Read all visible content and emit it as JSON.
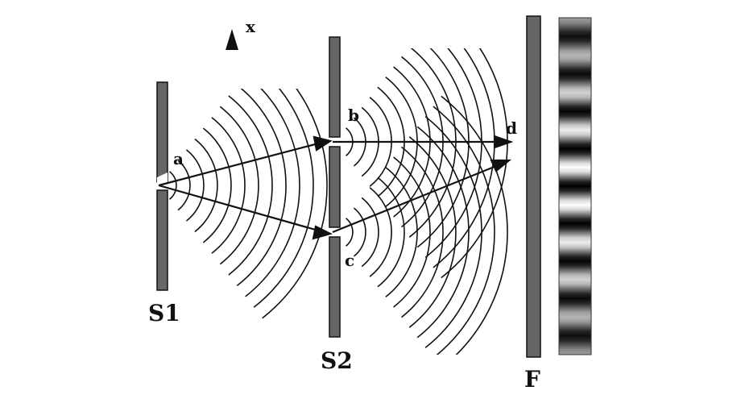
{
  "labels": {
    "x_axis": "x",
    "point_a": "a",
    "point_b": "b",
    "point_c": "c",
    "point_d": "d",
    "screen_s1": "S1",
    "screen_s2": "S2",
    "screen_f": "F"
  },
  "colors": {
    "barrier": "#666666",
    "stroke": "#111111",
    "background": "#ffffff"
  },
  "fringe_pattern": {
    "bright_bands": 9
  }
}
